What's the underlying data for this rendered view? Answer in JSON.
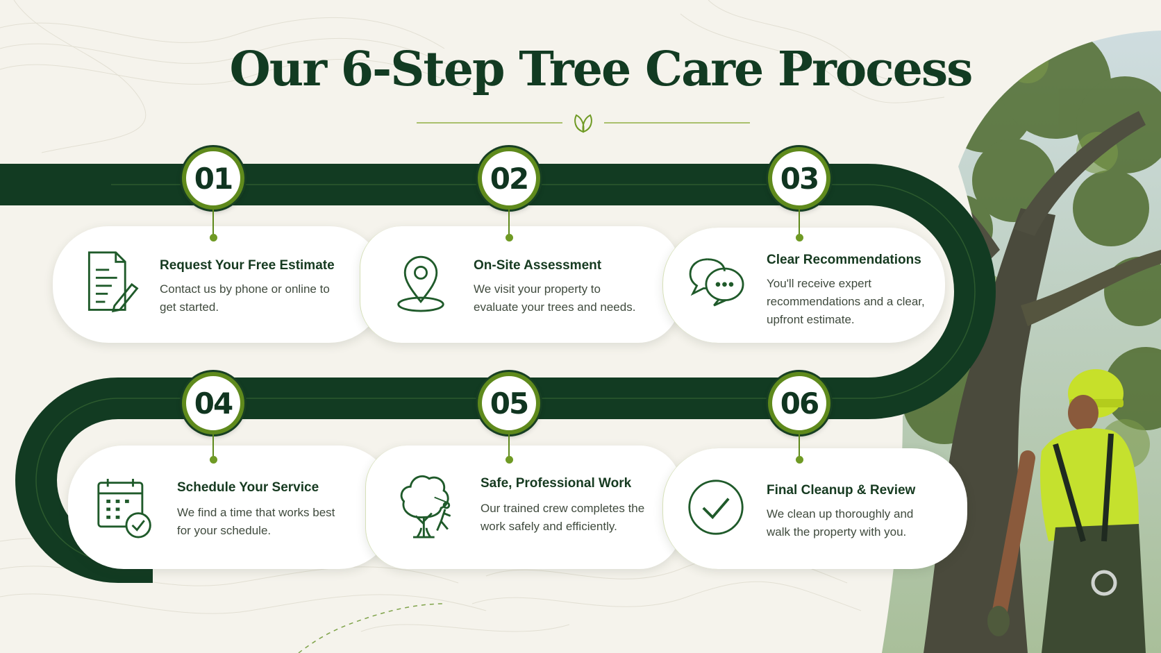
{
  "page": {
    "title": "Our 6-Step Tree Care Process"
  },
  "colors": {
    "dark_green": "#123b22",
    "accent_green": "#6f9a24",
    "background": "#f5f3ec"
  },
  "steps": [
    {
      "number": "01",
      "title": "Request Your Free Estimate",
      "description": "Contact us by phone or online to get started.",
      "icon": "document-pencil-icon"
    },
    {
      "number": "02",
      "title": "On-Site Assessment",
      "description": "We visit your property to evaluate your trees and needs.",
      "icon": "location-pin-icon"
    },
    {
      "number": "03",
      "title": "Clear Recommendations",
      "description": "You'll receive expert recommendations and a clear, upfront estimate.",
      "icon": "chat-bubbles-icon"
    },
    {
      "number": "04",
      "title": "Schedule Your Service",
      "description": "We find a time that works best for your schedule.",
      "icon": "calendar-check-icon"
    },
    {
      "number": "05",
      "title": "Safe, Professional Work",
      "description": "Our trained crew completes the work safely and efficiently.",
      "icon": "tree-climber-icon"
    },
    {
      "number": "06",
      "title": "Final Cleanup & Review",
      "description": "We clean up thoroughly and walk the property with you.",
      "icon": "check-circle-icon"
    }
  ]
}
